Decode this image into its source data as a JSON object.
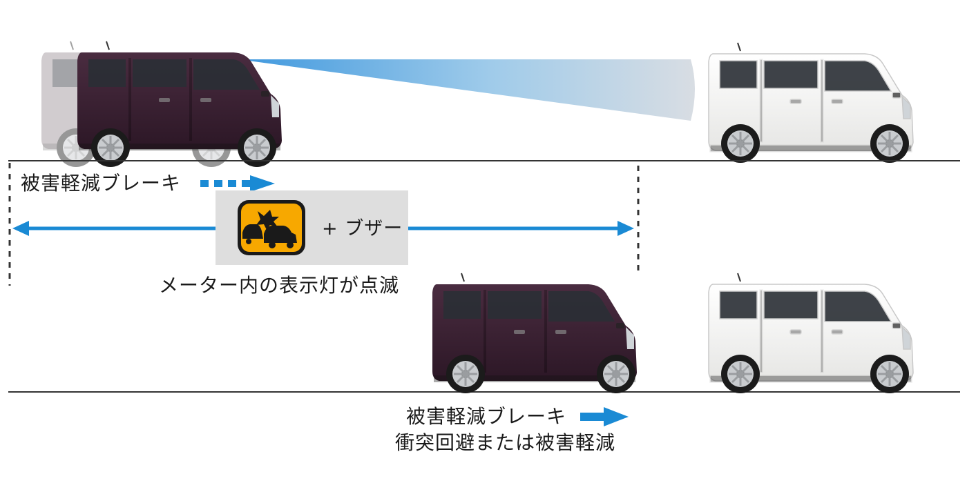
{
  "labels": {
    "brake_warning": "被害軽減ブレーキ",
    "buzzer": "+ ブザー",
    "meter_lamp": "メーター内の表示灯が点滅",
    "brake_active": "被害軽減ブレーキ",
    "result": "衝突回避または被害軽減"
  },
  "icons": {
    "warning_lamp": "collision-warning-icon",
    "arrow_dashed": "dashed-arrow-right-icon",
    "arrow_solid": "solid-arrow-right-icon",
    "range_arrow": "double-arrow-icon"
  },
  "colors": {
    "arrow_blue": "#1a8ad4",
    "purple_car": "#3b2333",
    "white_car": "#f4f4f2",
    "lamp_amber": "#f7a800",
    "panel_gray": "#dedede"
  }
}
